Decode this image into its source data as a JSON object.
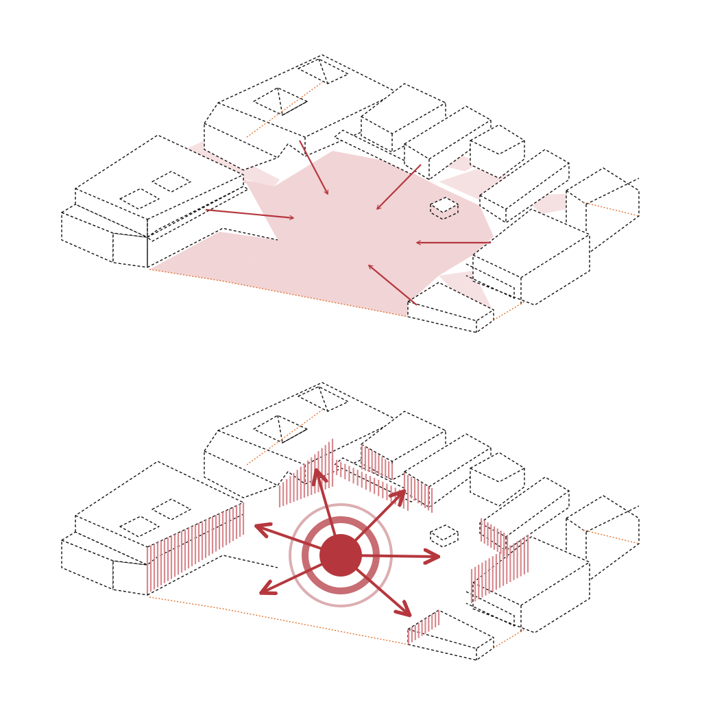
{
  "figure": {
    "panels": [
      {
        "id": "top",
        "content": "inward-flow"
      },
      {
        "id": "bottom",
        "content": "outward-radiation"
      }
    ]
  },
  "colors": {
    "accent": "#b5373d",
    "plaza_fill": "#f1d4d6",
    "plaza_fill_light": "#f6e1e2",
    "ring_outer": "#dcaeb1",
    "ring_mid": "#c76d73",
    "hatch": "#d7898e",
    "site_edge": "#e2712b",
    "building_stroke": "#111111"
  },
  "icons": {
    "inward_arrow": "arrow-icon",
    "outward_arrow": "arrow-icon",
    "focal_point": "target-circle-icon"
  }
}
